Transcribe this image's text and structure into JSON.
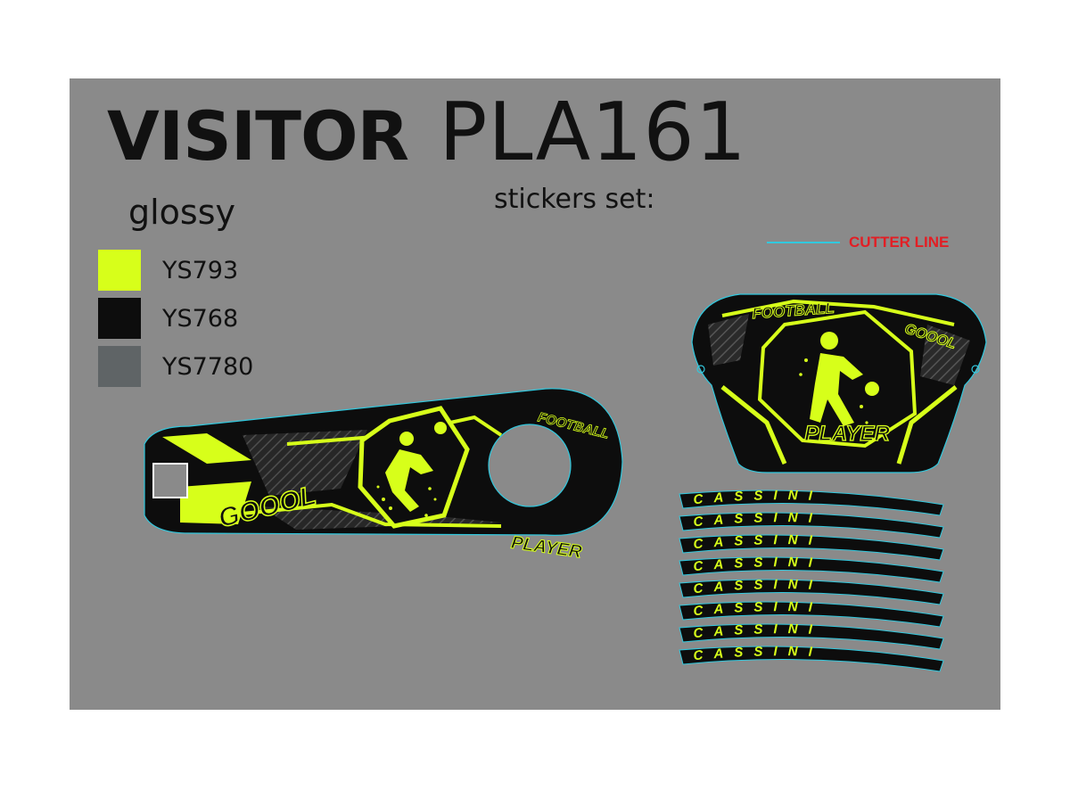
{
  "header": {
    "model": "VISITOR",
    "code": "PLA161"
  },
  "finish": "glossy",
  "set_label": "stickers set:",
  "cutter": {
    "label": "CUTTER LINE",
    "line_color": "#31c8de",
    "label_color": "#e31e24"
  },
  "colors": [
    {
      "code": "YS793",
      "hex": "#d7ff1a"
    },
    {
      "code": "YS768",
      "hex": "#0d0d0d"
    },
    {
      "code": "YS7780",
      "hex": "#5f6466"
    }
  ],
  "stickers": {
    "chainguard": {
      "top_text": "FOOTBALL",
      "left_text": "GOOOL",
      "bottom_text": "PLAYER"
    },
    "shield": {
      "top_text": "FOOTBALL",
      "right_text": "GOOOL",
      "bottom_text": "PLAYER"
    },
    "rim_strip_text": "CASSINI",
    "rim_strip_count": 8
  },
  "palette": {
    "accent": "#d7ff1a",
    "sticker_base": "#0d0d0d",
    "board": "#8a8a8a"
  }
}
